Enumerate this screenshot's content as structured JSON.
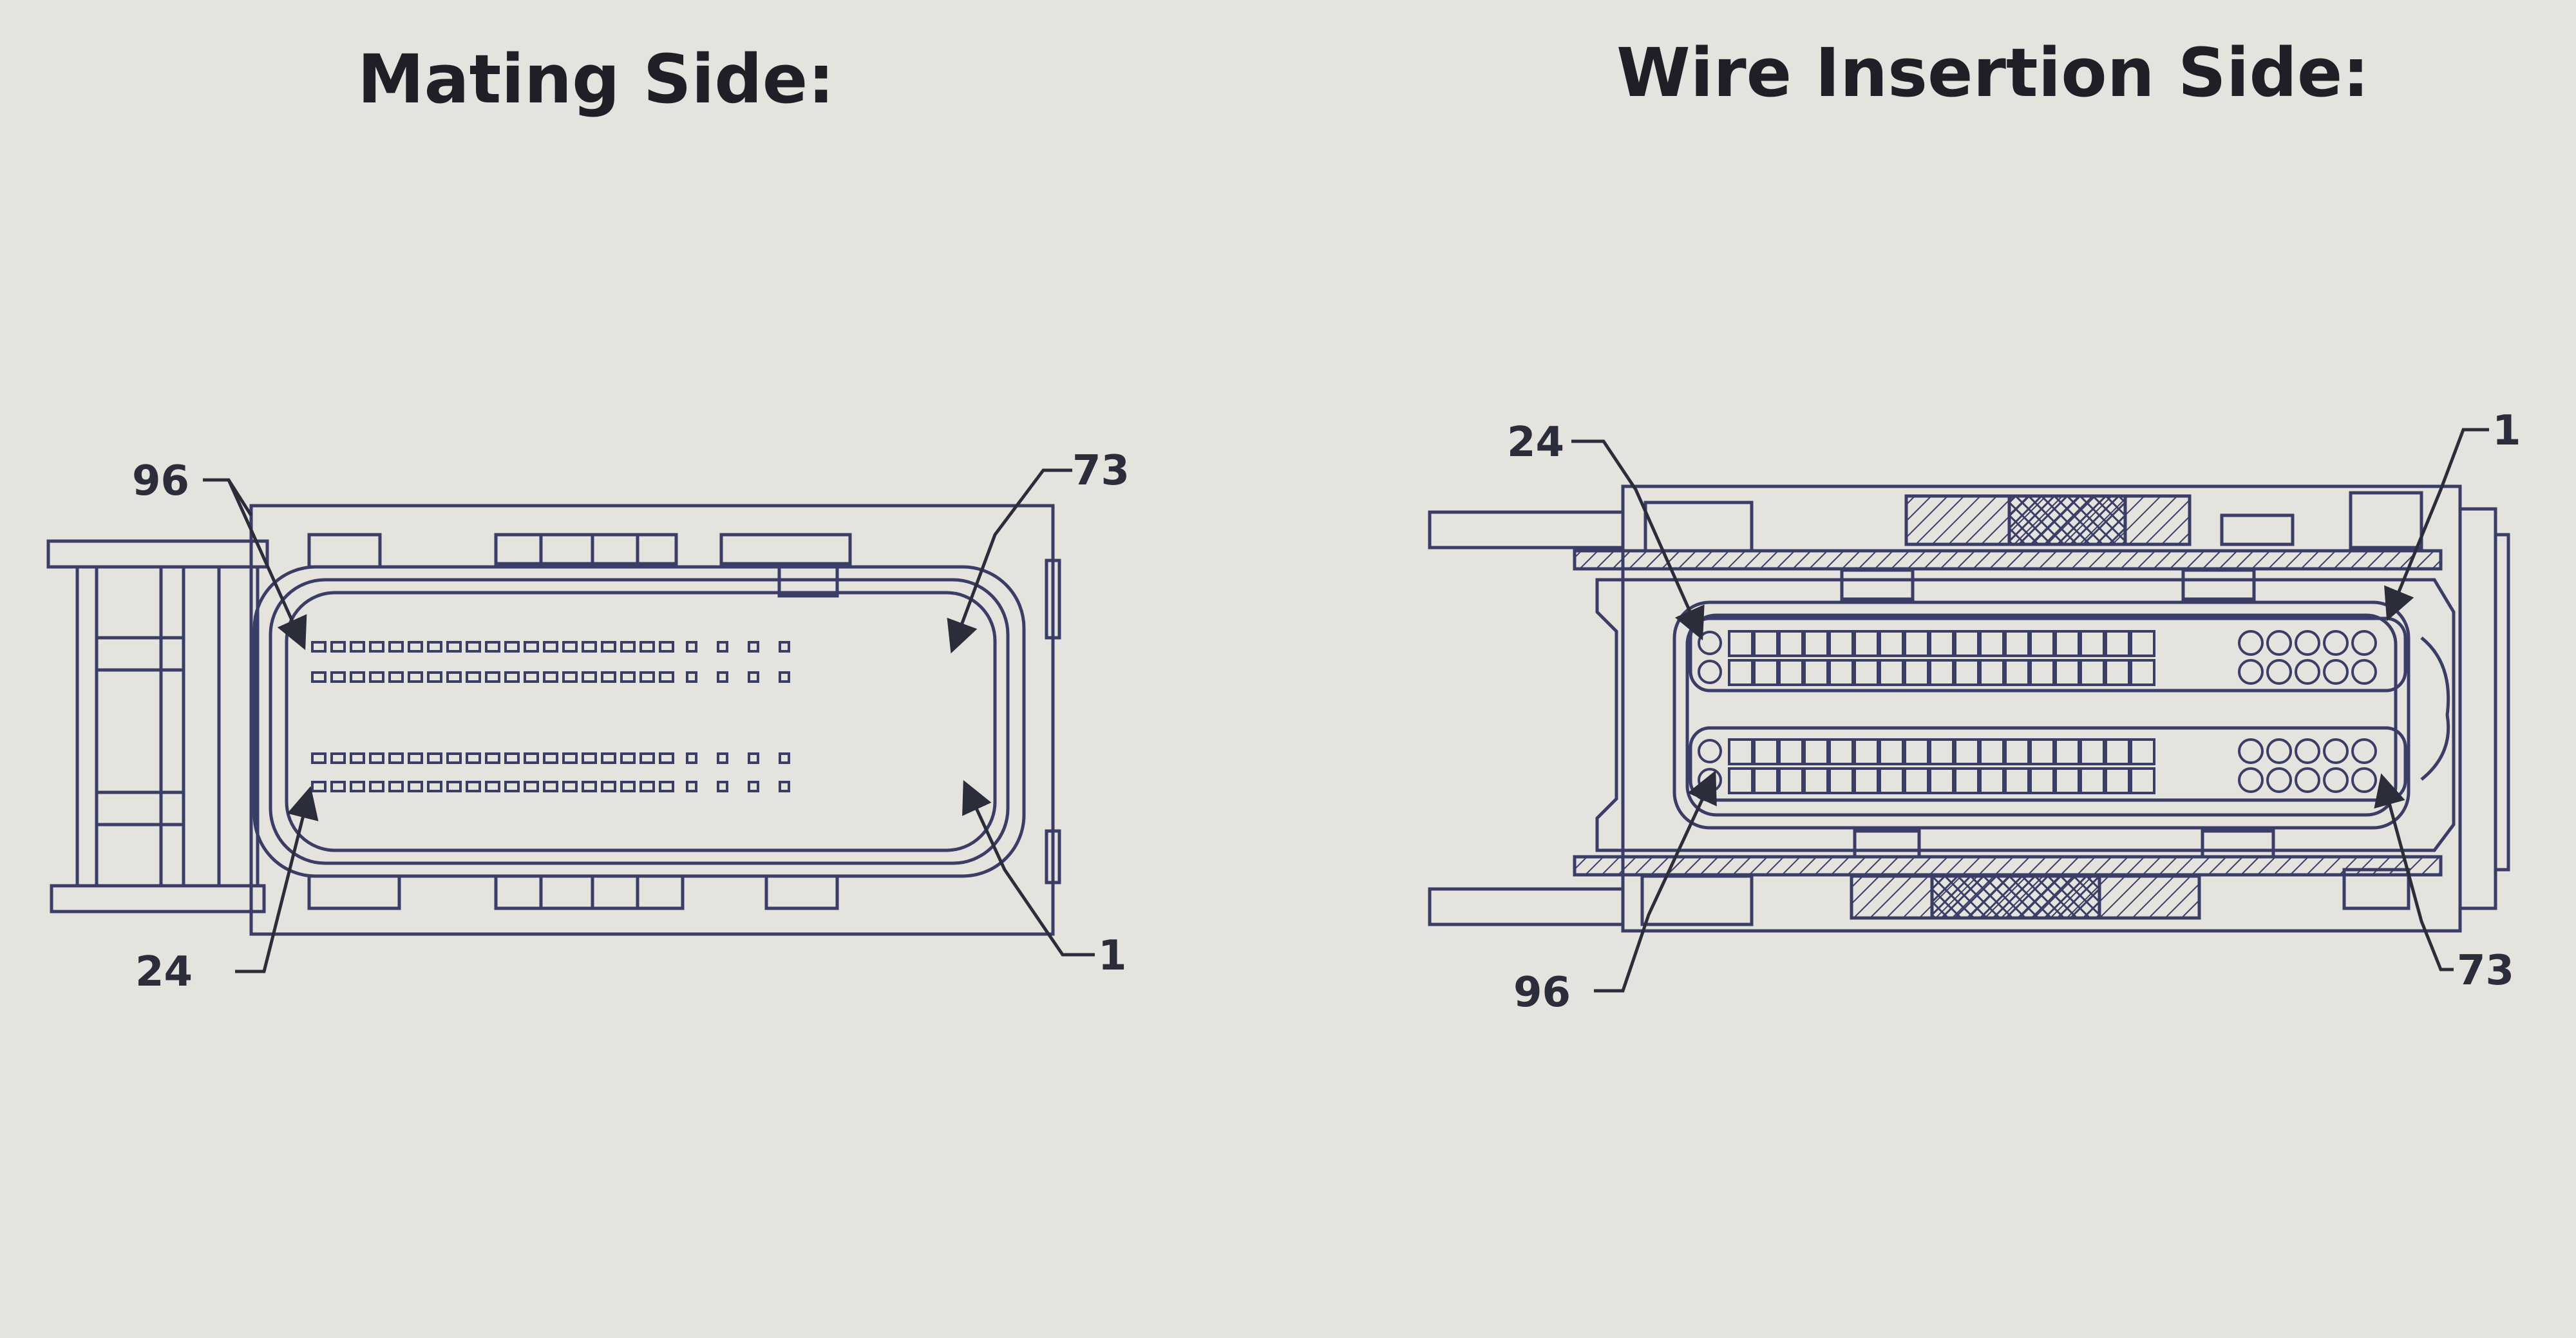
{
  "titles": {
    "mating": "Mating Side:",
    "wire": "Wire Insertion Side:"
  },
  "mating_view": {
    "labels": {
      "top_left": "96",
      "top_right": "73",
      "bottom_left": "24",
      "bottom_right": "1"
    }
  },
  "wire_view": {
    "labels": {
      "top_left": "24",
      "top_right": "1",
      "bottom_left": "96",
      "bottom_right": "73"
    }
  },
  "colors": {
    "background": "#e4e3dd",
    "line": "#3a3d66",
    "text": "#1f1f27"
  }
}
